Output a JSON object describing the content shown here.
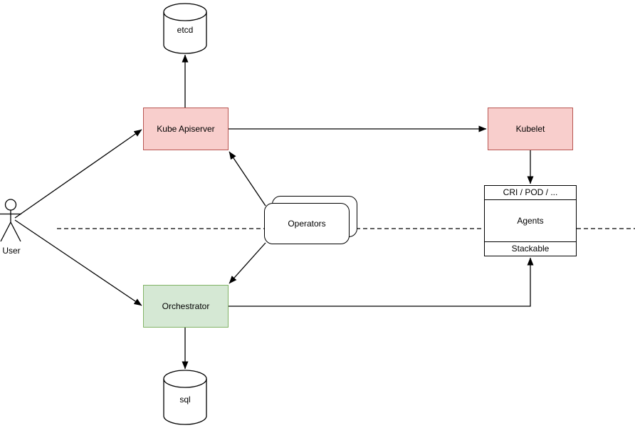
{
  "nodes": {
    "etcd": {
      "label": "etcd",
      "shape": "database-cylinder",
      "fill": "#ffffff",
      "stroke": "#000000"
    },
    "kube_apiserver": {
      "label": "Kube Apiserver",
      "shape": "rect",
      "fill": "#f8cecc",
      "stroke": "#b85450"
    },
    "kubelet": {
      "label": "Kubelet",
      "shape": "rect",
      "fill": "#f8cecc",
      "stroke": "#b85450"
    },
    "operators": {
      "label": "Operators",
      "shape": "stacked-rounded-rect",
      "fill": "#ffffff",
      "stroke": "#000000"
    },
    "orchestrator": {
      "label": "Orchestrator",
      "shape": "rect",
      "fill": "#d5e8d4",
      "stroke": "#82b366"
    },
    "agents_stack": {
      "header": "CRI / POD / ...",
      "body": "Agents",
      "footer": "Stackable",
      "shape": "partitioned-rect",
      "fill": "#ffffff",
      "stroke": "#000000"
    },
    "sql": {
      "label": "sql",
      "shape": "database-cylinder",
      "fill": "#ffffff",
      "stroke": "#000000"
    },
    "user": {
      "label": "User",
      "shape": "actor"
    }
  },
  "edges": [
    {
      "from": "user",
      "to": "kube_apiserver",
      "type": "arrow"
    },
    {
      "from": "user",
      "to": "orchestrator",
      "type": "arrow"
    },
    {
      "from": "kube_apiserver",
      "to": "etcd",
      "type": "arrow"
    },
    {
      "from": "kube_apiserver",
      "to": "kubelet",
      "type": "arrow"
    },
    {
      "from": "operators",
      "to": "kube_apiserver",
      "type": "arrow"
    },
    {
      "from": "operators",
      "to": "orchestrator",
      "type": "arrow"
    },
    {
      "from": "kubelet",
      "to": "agents_stack",
      "type": "arrow"
    },
    {
      "from": "orchestrator",
      "to": "agents_stack.footer",
      "type": "arrow",
      "routing": "orthogonal"
    },
    {
      "from": "orchestrator",
      "to": "sql",
      "type": "arrow"
    },
    {
      "type": "dashed-separator",
      "orientation": "horizontal"
    }
  ],
  "colors": {
    "node_pink_fill": "#f8cecc",
    "node_pink_stroke": "#b85450",
    "node_green_fill": "#d5e8d4",
    "node_green_stroke": "#82b366",
    "line": "#000000",
    "background": "#ffffff"
  }
}
